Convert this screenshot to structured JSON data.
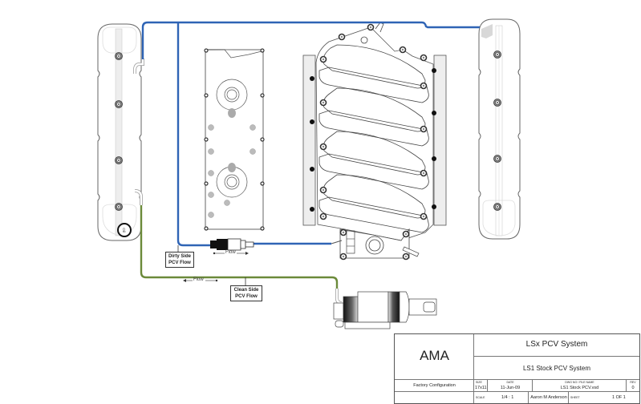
{
  "labels": {
    "dirty_side": [
      "Dirty Side",
      "PCV Flow"
    ],
    "clean_side": [
      "Clean Side",
      "PCV Flow"
    ],
    "flow_right": "Flow",
    "flow_left": "Flow",
    "oil_cap": "Oil"
  },
  "colors": {
    "dirty_hose": "#2f64b5",
    "clean_hose": "#6b8a3a",
    "outline": "#555555",
    "cover_fill": "#ffffff"
  },
  "title_block": {
    "company": "AMA",
    "title": "LSx PCV System",
    "subtitle": "LS1 Stock PCV System",
    "description": "Factory Configuration",
    "size_label": "SIZE",
    "size": "17x11",
    "date_label": "DATE",
    "date": "11-Jun-09",
    "dwg_label": "DWG NO / FILE NAME",
    "dwg": "LS1 Stock PCV.vsd",
    "rev_label": "REV",
    "rev": "0",
    "scale_label": "SCALE",
    "scale": "1/4 : 1",
    "author": "Aaron M Anderson",
    "sheet_label": "SHEET",
    "sheet": "1 OF 1"
  }
}
